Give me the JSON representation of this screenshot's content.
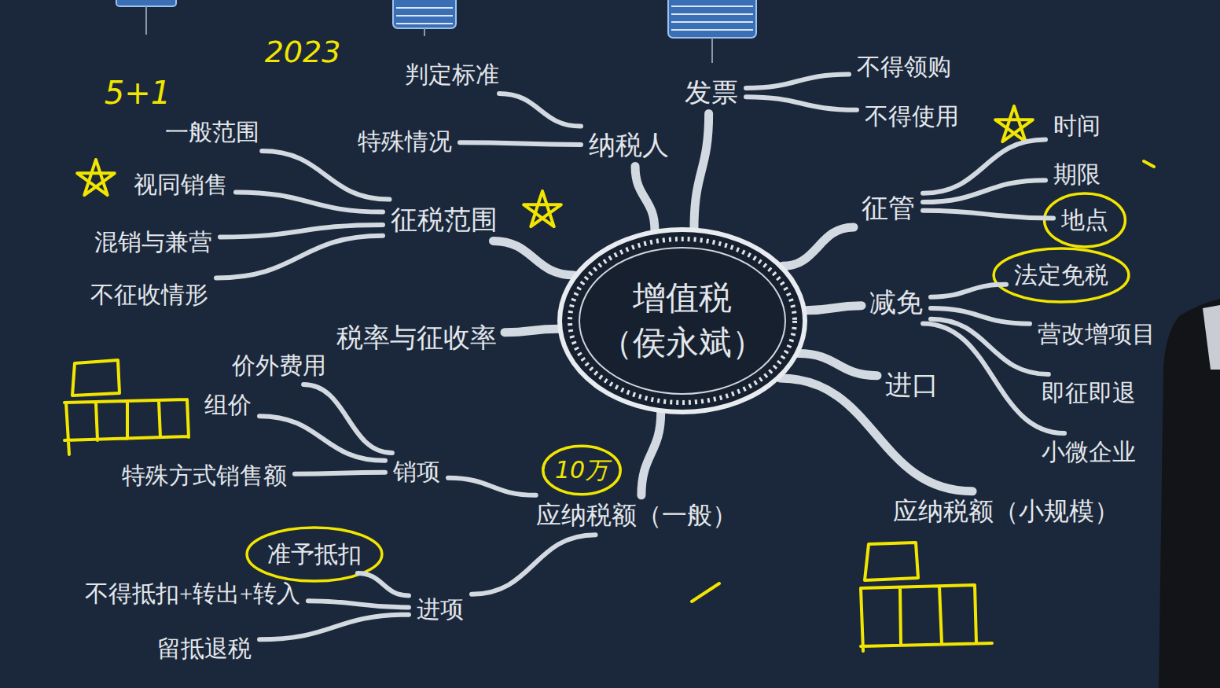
{
  "diagram": {
    "nodes": [
      {
        "text": [
          "增值税 （侯永斌）"
        ]
      },
      {
        "text": [
          "纳税人"
        ]
      },
      {
        "text": [
          "判定标准"
        ]
      },
      {
        "text": [
          "特殊情况"
        ]
      },
      {
        "text": [
          "发票"
        ]
      },
      {
        "text": [
          "不得领购"
        ]
      },
      {
        "text": [
          "不得使用"
        ]
      },
      {
        "text": [
          "征税范围"
        ]
      },
      {
        "text": [
          "一般范围"
        ]
      },
      {
        "text": [
          "视同销售"
        ]
      },
      {
        "text": [
          "混销与兼营"
        ]
      },
      {
        "text": [
          "不征收情形"
        ]
      },
      {
        "text": [
          "税率与征收率"
        ]
      },
      {
        "text": [
          "应纳税额（一般）"
        ]
      },
      {
        "text": [
          "销项"
        ]
      },
      {
        "text": [
          "价外费用"
        ]
      },
      {
        "text": [
          "组价"
        ]
      },
      {
        "text": [
          "特殊方式销售额"
        ]
      },
      {
        "text": [
          "进项"
        ]
      },
      {
        "text": [
          "准予抵扣"
        ]
      },
      {
        "text": [
          "不得抵扣+转出+转入"
        ]
      },
      {
        "text": [
          "留抵退税"
        ]
      },
      {
        "text": [
          "征管"
        ]
      },
      {
        "text": [
          "时间"
        ]
      },
      {
        "text": [
          "期限"
        ]
      },
      {
        "text": [
          "地点"
        ]
      },
      {
        "text": [
          "减免"
        ]
      },
      {
        "text": [
          "法定免税"
        ]
      },
      {
        "text": [
          "营改增项目"
        ]
      },
      {
        "text": [
          "即征即退"
        ]
      },
      {
        "text": [
          "小微企业"
        ]
      },
      {
        "text": [
          "进口"
        ]
      },
      {
        "text": [
          "应纳税额（小规模）"
        ]
      }
    ],
    "edges": [
      {
        "from": 0,
        "to": 1,
        "arrow": "none"
      },
      {
        "from": 1,
        "to": 2,
        "arrow": "none"
      },
      {
        "from": 1,
        "to": 3,
        "arrow": "none"
      },
      {
        "from": 0,
        "to": 4,
        "arrow": "none"
      },
      {
        "from": 4,
        "to": 5,
        "arrow": "none"
      },
      {
        "from": 4,
        "to": 6,
        "arrow": "none"
      },
      {
        "from": 0,
        "to": 7,
        "arrow": "none"
      },
      {
        "from": 7,
        "to": 8,
        "arrow": "none"
      },
      {
        "from": 7,
        "to": 9,
        "arrow": "none"
      },
      {
        "from": 7,
        "to": 10,
        "arrow": "none"
      },
      {
        "from": 7,
        "to": 11,
        "arrow": "none"
      },
      {
        "from": 0,
        "to": 12,
        "arrow": "none"
      },
      {
        "from": 0,
        "to": 13,
        "arrow": "none"
      },
      {
        "from": 13,
        "to": 14,
        "arrow": "none"
      },
      {
        "from": 14,
        "to": 15,
        "arrow": "none"
      },
      {
        "from": 14,
        "to": 16,
        "arrow": "none"
      },
      {
        "from": 14,
        "to": 17,
        "arrow": "none"
      },
      {
        "from": 13,
        "to": 18,
        "arrow": "none"
      },
      {
        "from": 18,
        "to": 19,
        "arrow": "none"
      },
      {
        "from": 18,
        "to": 20,
        "arrow": "none"
      },
      {
        "from": 18,
        "to": 21,
        "arrow": "none"
      },
      {
        "from": 0,
        "to": 22,
        "arrow": "none"
      },
      {
        "from": 22,
        "to": 23,
        "arrow": "none"
      },
      {
        "from": 22,
        "to": 24,
        "arrow": "none"
      },
      {
        "from": 22,
        "to": 25,
        "arrow": "none"
      },
      {
        "from": 0,
        "to": 26,
        "arrow": "none"
      },
      {
        "from": 26,
        "to": 27,
        "arrow": "none"
      },
      {
        "from": 26,
        "to": 28,
        "arrow": "none"
      },
      {
        "from": 26,
        "to": 29,
        "arrow": "none"
      },
      {
        "from": 26,
        "to": 30,
        "arrow": "none"
      },
      {
        "from": 0,
        "to": 31,
        "arrow": "none"
      },
      {
        "from": 0,
        "to": 32,
        "arrow": "none"
      }
    ],
    "labels": [
      "5+1",
      "2023",
      "10万"
    ]
  }
}
